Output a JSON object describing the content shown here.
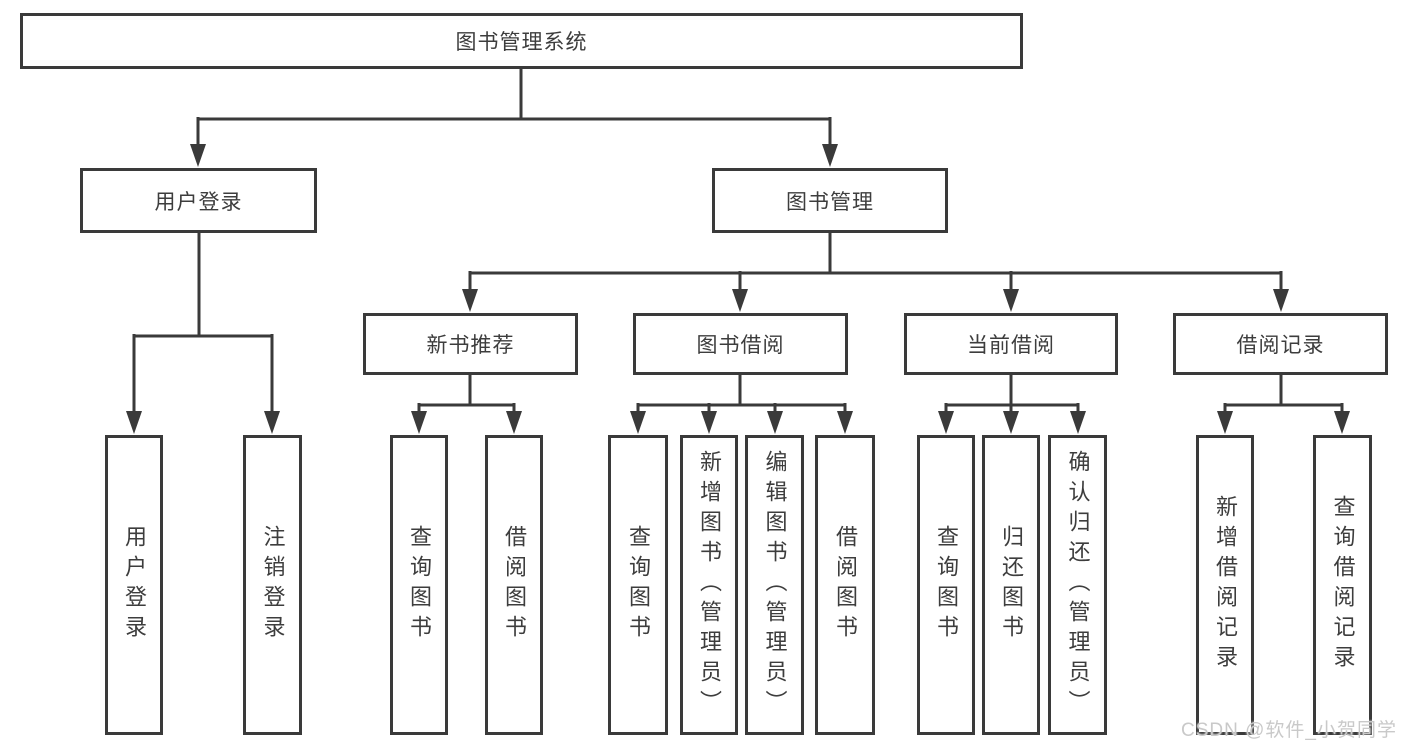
{
  "colors": {
    "line": "#3a3a3a",
    "text": "#3d3d3d",
    "box_background": "#ffffff",
    "watermark": "#c9c9c9"
  },
  "watermark": "CSDN @软件_小贺同学",
  "tree": {
    "label": "图书管理系统",
    "children": [
      {
        "label": "用户登录",
        "children": [
          {
            "label": "用户登录"
          },
          {
            "label": "注销登录"
          }
        ]
      },
      {
        "label": "图书管理",
        "children": [
          {
            "label": "新书推荐",
            "children": [
              {
                "label": "查询图书"
              },
              {
                "label": "借阅图书"
              }
            ]
          },
          {
            "label": "图书借阅",
            "children": [
              {
                "label": "查询图书"
              },
              {
                "label": "新增图书（管理员）"
              },
              {
                "label": "编辑图书（管理员）"
              },
              {
                "label": "借阅图书"
              }
            ]
          },
          {
            "label": "当前借阅",
            "children": [
              {
                "label": "查询图书"
              },
              {
                "label": "归还图书"
              },
              {
                "label": "确认归还（管理员）"
              }
            ]
          },
          {
            "label": "借阅记录",
            "children": [
              {
                "label": "新增借阅记录"
              },
              {
                "label": "查询借阅记录"
              }
            ]
          }
        ]
      }
    ]
  }
}
